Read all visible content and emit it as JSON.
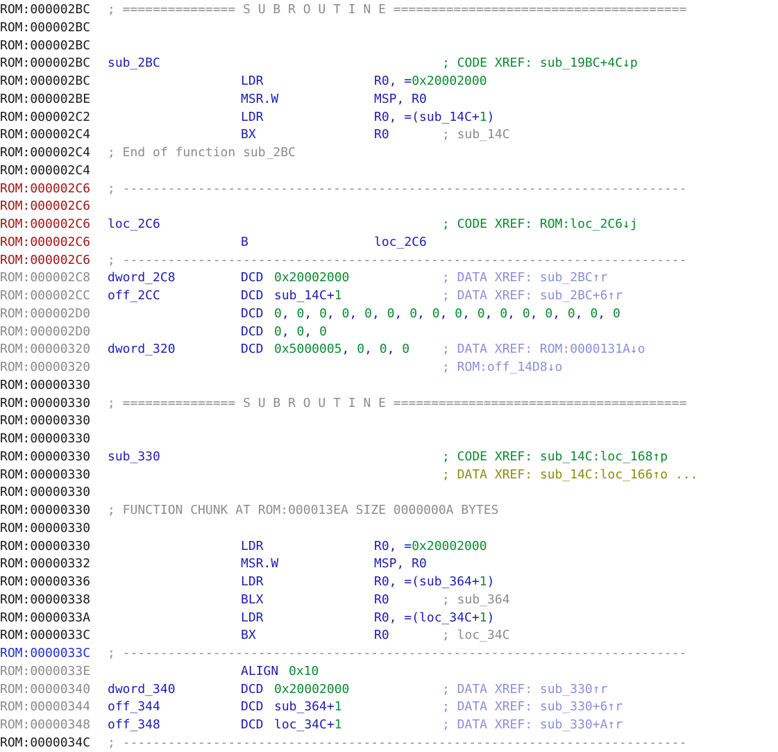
{
  "window": {
    "title": ""
  },
  "colors": {
    "addr_black": "#1a1a1a",
    "addr_red": "#a31515",
    "addr_gray": "#8a8a8a",
    "addr_blue": "#1f2fd6",
    "name": "#1c1cb8",
    "number": "#0a8a2e",
    "comment": "#8c8c8c",
    "xref_code": "#0a8a2e",
    "xref_data": "#8a8fd8",
    "xref_olive": "#8c8a12"
  },
  "lines": [
    {
      "addr": "ROM:000002BC",
      "ac": "black",
      "label": "",
      "mnem": "",
      "operands": [],
      "comment": {
        "text": "; =============== S U B R O U T I N E =======================================",
        "kind": "sep"
      }
    },
    {
      "addr": "ROM:000002BC",
      "ac": "black",
      "label": "",
      "mnem": "",
      "operands": [],
      "comment": null
    },
    {
      "addr": "ROM:000002BC",
      "ac": "black",
      "label": "",
      "mnem": "",
      "operands": [],
      "comment": null
    },
    {
      "addr": "ROM:000002BC",
      "ac": "black",
      "label": "sub_2BC",
      "mnem": "",
      "operands": [],
      "comment": {
        "text": "; CODE XREF: sub_19BC+4C↓p",
        "kind": "xref_code"
      }
    },
    {
      "addr": "ROM:000002BC",
      "ac": "black",
      "label": "",
      "mnem": "LDR",
      "operands": [
        {
          "t": "R0, =",
          "k": "op"
        },
        {
          "t": "0x20002000",
          "k": "num"
        }
      ],
      "comment": null
    },
    {
      "addr": "ROM:000002BE",
      "ac": "black",
      "label": "",
      "mnem": "MSR.W",
      "operands": [
        {
          "t": "MSP, R0",
          "k": "op"
        }
      ],
      "comment": null
    },
    {
      "addr": "ROM:000002C2",
      "ac": "black",
      "label": "",
      "mnem": "LDR",
      "operands": [
        {
          "t": "R0, =(sub_14C+",
          "k": "op"
        },
        {
          "t": "1",
          "k": "num"
        },
        {
          "t": ")",
          "k": "op"
        }
      ],
      "comment": null
    },
    {
      "addr": "ROM:000002C4",
      "ac": "black",
      "label": "",
      "mnem": "BX",
      "operands": [
        {
          "t": "R0",
          "k": "op"
        }
      ],
      "comment": {
        "text": "; sub_14C",
        "kind": "inline"
      }
    },
    {
      "addr": "ROM:000002C4",
      "ac": "black",
      "label": "",
      "mnem": "",
      "operands": [],
      "comment": {
        "text": "; End of function sub_2BC",
        "kind": "sep"
      }
    },
    {
      "addr": "ROM:000002C4",
      "ac": "black",
      "label": "",
      "mnem": "",
      "operands": [],
      "comment": null
    },
    {
      "addr": "ROM:000002C6",
      "ac": "red",
      "label": "",
      "mnem": "",
      "operands": [],
      "comment": {
        "text": "; ---------------------------------------------------------------------------",
        "kind": "sep"
      }
    },
    {
      "addr": "ROM:000002C6",
      "ac": "red",
      "label": "",
      "mnem": "",
      "operands": [],
      "comment": null
    },
    {
      "addr": "ROM:000002C6",
      "ac": "red",
      "label": "loc_2C6",
      "mnem": "",
      "operands": [],
      "comment": {
        "text": "; CODE XREF: ROM:loc_2C6↓j",
        "kind": "xref_code"
      }
    },
    {
      "addr": "ROM:000002C6",
      "ac": "red",
      "label": "",
      "mnem": "B",
      "operands": [
        {
          "t": "loc_2C6",
          "k": "op"
        }
      ],
      "comment": null
    },
    {
      "addr": "ROM:000002C6",
      "ac": "red",
      "label": "",
      "mnem": "",
      "operands": [],
      "comment": {
        "text": "; ---------------------------------------------------------------------------",
        "kind": "sep"
      }
    },
    {
      "addr": "ROM:000002C8",
      "ac": "gray",
      "label": "dword_2C8",
      "mnem": "DCD",
      "operands": [
        {
          "t": "0x20002000",
          "k": "num"
        }
      ],
      "comment": {
        "text": "; DATA XREF: sub_2BC↑r",
        "kind": "xref_data"
      }
    },
    {
      "addr": "ROM:000002CC",
      "ac": "gray",
      "label": "off_2CC",
      "mnem": "DCD",
      "operands": [
        {
          "t": "sub_14C+",
          "k": "op"
        },
        {
          "t": "1",
          "k": "num"
        }
      ],
      "comment": {
        "text": "; DATA XREF: sub_2BC+6↑r",
        "kind": "xref_data"
      }
    },
    {
      "addr": "ROM:000002D0",
      "ac": "gray",
      "label": "",
      "mnem": "DCD",
      "operands": [
        {
          "t": "0",
          "k": "num"
        },
        {
          "t": ", ",
          "k": "op"
        },
        {
          "t": "0",
          "k": "num"
        },
        {
          "t": ", ",
          "k": "op"
        },
        {
          "t": "0",
          "k": "num"
        },
        {
          "t": ", ",
          "k": "op"
        },
        {
          "t": "0",
          "k": "num"
        },
        {
          "t": ", ",
          "k": "op"
        },
        {
          "t": "0",
          "k": "num"
        },
        {
          "t": ", ",
          "k": "op"
        },
        {
          "t": "0",
          "k": "num"
        },
        {
          "t": ", ",
          "k": "op"
        },
        {
          "t": "0",
          "k": "num"
        },
        {
          "t": ", ",
          "k": "op"
        },
        {
          "t": "0",
          "k": "num"
        },
        {
          "t": ", ",
          "k": "op"
        },
        {
          "t": "0",
          "k": "num"
        },
        {
          "t": ", ",
          "k": "op"
        },
        {
          "t": "0",
          "k": "num"
        },
        {
          "t": ", ",
          "k": "op"
        },
        {
          "t": "0",
          "k": "num"
        },
        {
          "t": ", ",
          "k": "op"
        },
        {
          "t": "0",
          "k": "num"
        },
        {
          "t": ", ",
          "k": "op"
        },
        {
          "t": "0",
          "k": "num"
        },
        {
          "t": ", ",
          "k": "op"
        },
        {
          "t": "0",
          "k": "num"
        },
        {
          "t": ", ",
          "k": "op"
        },
        {
          "t": "0",
          "k": "num"
        },
        {
          "t": ", ",
          "k": "op"
        },
        {
          "t": "0",
          "k": "num"
        }
      ],
      "comment": null
    },
    {
      "addr": "ROM:000002D0",
      "ac": "gray",
      "label": "",
      "mnem": "DCD",
      "operands": [
        {
          "t": "0",
          "k": "num"
        },
        {
          "t": ", ",
          "k": "op"
        },
        {
          "t": "0",
          "k": "num"
        },
        {
          "t": ", ",
          "k": "op"
        },
        {
          "t": "0",
          "k": "num"
        }
      ],
      "comment": null
    },
    {
      "addr": "ROM:00000320",
      "ac": "gray",
      "label": "dword_320",
      "mnem": "DCD",
      "operands": [
        {
          "t": "0x5000005",
          "k": "num"
        },
        {
          "t": ", ",
          "k": "op"
        },
        {
          "t": "0",
          "k": "num"
        },
        {
          "t": ", ",
          "k": "op"
        },
        {
          "t": "0",
          "k": "num"
        },
        {
          "t": ", ",
          "k": "op"
        },
        {
          "t": "0",
          "k": "num"
        }
      ],
      "comment": {
        "text": "; DATA XREF: ROM:0000131A↓o",
        "kind": "xref_data"
      }
    },
    {
      "addr": "ROM:00000320",
      "ac": "gray",
      "label": "",
      "mnem": "",
      "operands": [],
      "comment": {
        "text": "; ROM:off_14D8↓o",
        "kind": "xref_data"
      }
    },
    {
      "addr": "ROM:00000330",
      "ac": "black",
      "label": "",
      "mnem": "",
      "operands": [],
      "comment": null
    },
    {
      "addr": "ROM:00000330",
      "ac": "black",
      "label": "",
      "mnem": "",
      "operands": [],
      "comment": {
        "text": "; =============== S U B R O U T I N E =======================================",
        "kind": "sep"
      }
    },
    {
      "addr": "ROM:00000330",
      "ac": "black",
      "label": "",
      "mnem": "",
      "operands": [],
      "comment": null
    },
    {
      "addr": "ROM:00000330",
      "ac": "black",
      "label": "",
      "mnem": "",
      "operands": [],
      "comment": null
    },
    {
      "addr": "ROM:00000330",
      "ac": "black",
      "label": "sub_330",
      "mnem": "",
      "operands": [],
      "comment": {
        "text": "; CODE XREF: sub_14C:loc_168↑p",
        "kind": "xref_code"
      }
    },
    {
      "addr": "ROM:00000330",
      "ac": "black",
      "label": "",
      "mnem": "",
      "operands": [],
      "comment": {
        "text": "; DATA XREF: sub_14C:loc_166↑o ...",
        "kind": "xref_olive"
      }
    },
    {
      "addr": "ROM:00000330",
      "ac": "black",
      "label": "",
      "mnem": "",
      "operands": [],
      "comment": null
    },
    {
      "addr": "ROM:00000330",
      "ac": "black",
      "label": "",
      "mnem": "",
      "operands": [],
      "comment": {
        "text": "; FUNCTION CHUNK AT ROM:000013EA SIZE 0000000A BYTES",
        "kind": "sep"
      }
    },
    {
      "addr": "ROM:00000330",
      "ac": "black",
      "label": "",
      "mnem": "",
      "operands": [],
      "comment": null
    },
    {
      "addr": "ROM:00000330",
      "ac": "black",
      "label": "",
      "mnem": "LDR",
      "operands": [
        {
          "t": "R0, =",
          "k": "op"
        },
        {
          "t": "0x20002000",
          "k": "num"
        }
      ],
      "comment": null
    },
    {
      "addr": "ROM:00000332",
      "ac": "black",
      "label": "",
      "mnem": "MSR.W",
      "operands": [
        {
          "t": "MSP, R0",
          "k": "op"
        }
      ],
      "comment": null
    },
    {
      "addr": "ROM:00000336",
      "ac": "black",
      "label": "",
      "mnem": "LDR",
      "operands": [
        {
          "t": "R0, =(sub_364+",
          "k": "op"
        },
        {
          "t": "1",
          "k": "num"
        },
        {
          "t": ")",
          "k": "op"
        }
      ],
      "comment": null
    },
    {
      "addr": "ROM:00000338",
      "ac": "black",
      "label": "",
      "mnem": "BLX",
      "operands": [
        {
          "t": "R0",
          "k": "op"
        }
      ],
      "comment": {
        "text": "; sub_364",
        "kind": "inline"
      }
    },
    {
      "addr": "ROM:0000033A",
      "ac": "black",
      "label": "",
      "mnem": "LDR",
      "operands": [
        {
          "t": "R0, =(loc_34C+",
          "k": "op"
        },
        {
          "t": "1",
          "k": "num"
        },
        {
          "t": ")",
          "k": "op"
        }
      ],
      "comment": null
    },
    {
      "addr": "ROM:0000033C",
      "ac": "black",
      "label": "",
      "mnem": "BX",
      "operands": [
        {
          "t": "R0",
          "k": "op"
        }
      ],
      "comment": {
        "text": "; loc_34C",
        "kind": "inline"
      }
    },
    {
      "addr": "ROM:0000033C",
      "ac": "blue",
      "label": "",
      "mnem": "",
      "operands": [],
      "comment": {
        "text": "; ---------------------------------------------------------------------------",
        "kind": "sep"
      }
    },
    {
      "addr": "ROM:0000033E",
      "ac": "gray",
      "label": "",
      "mnem": "ALIGN",
      "operands": [
        {
          "t": "0x10",
          "k": "num"
        }
      ],
      "comment": null
    },
    {
      "addr": "ROM:00000340",
      "ac": "gray",
      "label": "dword_340",
      "mnem": "DCD",
      "operands": [
        {
          "t": "0x20002000",
          "k": "num"
        }
      ],
      "comment": {
        "text": "; DATA XREF: sub_330↑r",
        "kind": "xref_data"
      }
    },
    {
      "addr": "ROM:00000344",
      "ac": "gray",
      "label": "off_344",
      "mnem": "DCD",
      "operands": [
        {
          "t": "sub_364+",
          "k": "op"
        },
        {
          "t": "1",
          "k": "num"
        }
      ],
      "comment": {
        "text": "; DATA XREF: sub_330+6↑r",
        "kind": "xref_data"
      }
    },
    {
      "addr": "ROM:00000348",
      "ac": "gray",
      "label": "off_348",
      "mnem": "DCD",
      "operands": [
        {
          "t": "loc_34C+",
          "k": "op"
        },
        {
          "t": "1",
          "k": "num"
        }
      ],
      "comment": {
        "text": "; DATA XREF: sub_330+A↑r",
        "kind": "xref_data"
      }
    },
    {
      "addr": "ROM:0000034C",
      "ac": "black",
      "label": "",
      "mnem": "",
      "operands": [],
      "comment": {
        "text": "; ---------------------------------------------------------------------------",
        "kind": "sep"
      }
    }
  ]
}
